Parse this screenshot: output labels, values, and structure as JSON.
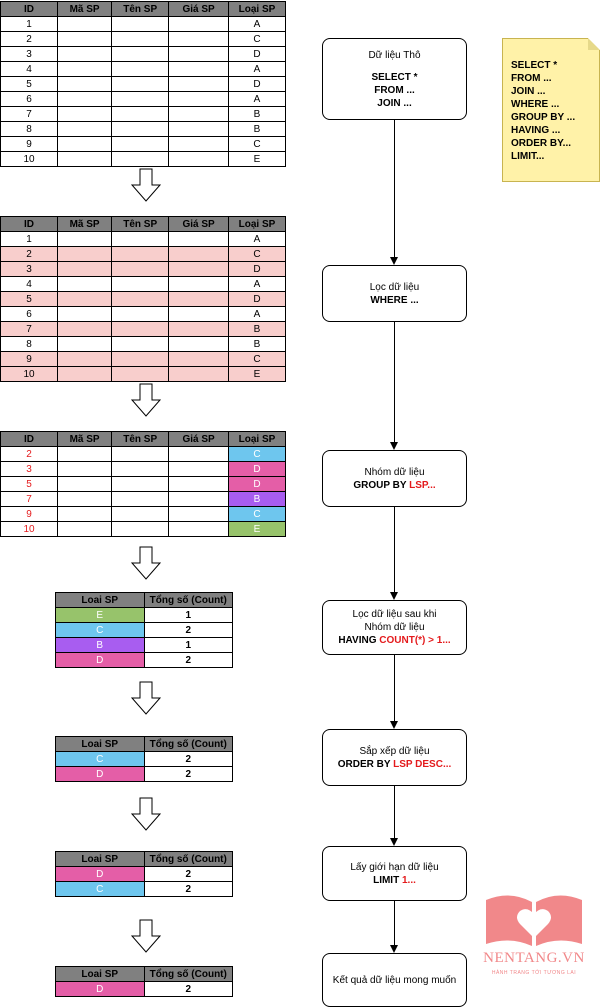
{
  "colors": {
    "header": "#808080",
    "filtered": "#f8cecc",
    "red_text": "#e41a1c",
    "cat_C": "#6ec6ee",
    "cat_D": "#e45ea7",
    "cat_B": "#a85df0",
    "cat_E": "#97c36b",
    "note_bg": "#fff2a8",
    "logo": "#f1888a"
  },
  "tables": {
    "headers": [
      "ID",
      "Mã SP",
      "Tên SP",
      "Giá SP",
      "Loại SP"
    ],
    "raw": [
      {
        "id": "1",
        "loai": "A"
      },
      {
        "id": "2",
        "loai": "C"
      },
      {
        "id": "3",
        "loai": "D"
      },
      {
        "id": "4",
        "loai": "A"
      },
      {
        "id": "5",
        "loai": "D"
      },
      {
        "id": "6",
        "loai": "A"
      },
      {
        "id": "7",
        "loai": "B"
      },
      {
        "id": "8",
        "loai": "B"
      },
      {
        "id": "9",
        "loai": "C"
      },
      {
        "id": "10",
        "loai": "E"
      }
    ],
    "filtered_ids": [
      "2",
      "3",
      "5",
      "7",
      "9",
      "10"
    ],
    "grouped": [
      {
        "id": "2",
        "loai": "C"
      },
      {
        "id": "3",
        "loai": "D"
      },
      {
        "id": "5",
        "loai": "D"
      },
      {
        "id": "7",
        "loai": "B"
      },
      {
        "id": "9",
        "loai": "C"
      },
      {
        "id": "10",
        "loai": "E"
      }
    ],
    "summary_headers": [
      "Loai SP",
      "Tổng số (Count)"
    ],
    "count_all": [
      {
        "loai": "E",
        "count": "1"
      },
      {
        "loai": "C",
        "count": "2"
      },
      {
        "loai": "B",
        "count": "1"
      },
      {
        "loai": "D",
        "count": "2"
      }
    ],
    "having": [
      {
        "loai": "C",
        "count": "2"
      },
      {
        "loai": "D",
        "count": "2"
      }
    ],
    "ordered": [
      {
        "loai": "D",
        "count": "2"
      },
      {
        "loai": "C",
        "count": "2"
      }
    ],
    "limited": [
      {
        "loai": "D",
        "count": "2"
      }
    ]
  },
  "steps": {
    "raw": {
      "line1": "Dữ liệu Thô",
      "line2": "SELECT *",
      "line3": "FROM ...",
      "line4": "JOIN ..."
    },
    "where": {
      "line1": "Lọc dữ liệu",
      "line2": "WHERE ..."
    },
    "group": {
      "line1": "Nhóm dữ liệu",
      "kw": "GROUP BY ",
      "hl": "LSP..."
    },
    "having": {
      "line1": "Lọc dữ liệu sau khi",
      "line2": "Nhóm dữ liệu",
      "kw": "HAVING ",
      "hl": "COUNT(*) > 1..."
    },
    "order": {
      "line1": "Sắp xếp dữ liệu",
      "kw": "ORDER BY ",
      "hl": "LSP DESC..."
    },
    "limit": {
      "line1": "Lấy giới hạn dữ liệu",
      "kw": "LIMIT ",
      "hl": "1..."
    },
    "result": {
      "line1": "Kết quả dữ liệu mong muốn"
    }
  },
  "note": [
    "SELECT *",
    "FROM ...",
    "JOIN ...",
    "WHERE ...",
    "GROUP BY ...",
    "HAVING ...",
    "ORDER BY...",
    "LIMIT..."
  ],
  "logo": {
    "brand": "NENTANG.VN",
    "tagline": "HÀNH TRANG TỚI TƯƠNG LAI"
  }
}
